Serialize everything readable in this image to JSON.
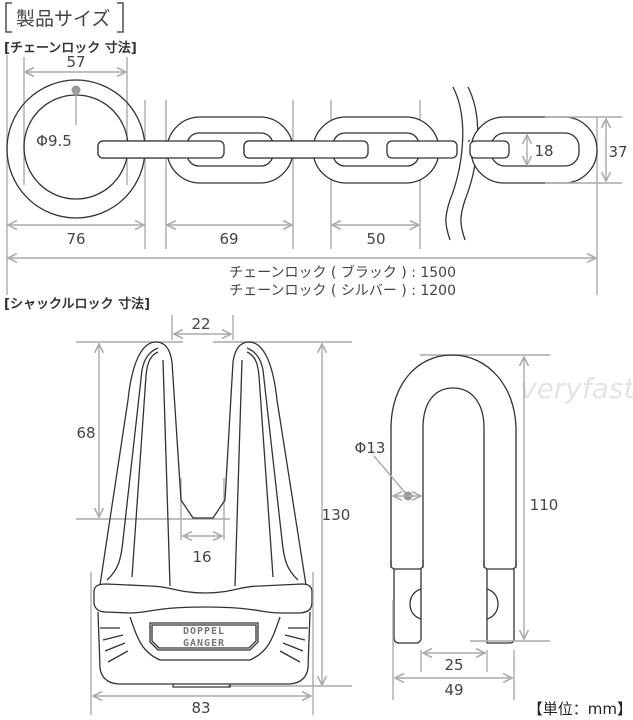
{
  "title": "製品サイズ",
  "sections": {
    "chain": {
      "heading": "[チェーンロック 寸法]",
      "dims": {
        "ring_inner": "57",
        "ring_outer": "76",
        "wire_diameter": "Φ9.5",
        "link_length": "69",
        "link_inner": "50",
        "link_inner_width": "18",
        "link_width": "37"
      },
      "total_lengths": [
        "チェーンロック ( ブラック ) : 1500",
        "チェーンロック ( シルバー ) : 1200"
      ]
    },
    "shackle": {
      "heading": "[シャックルロック 寸法]",
      "dims": {
        "gap_top": "22",
        "slot_depth": "68",
        "slot_bottom": "16",
        "body_height": "130",
        "body_width": "83",
        "shackle_diameter": "Φ13",
        "shackle_height": "110",
        "inner_width": "25",
        "outer_width": "49"
      },
      "logo_line1": "DOPPEL",
      "logo_line2": "GANGER"
    }
  },
  "watermark": "veryfast",
  "unit_label": "【単位：mm】",
  "colors": {
    "outline": "#333333",
    "dimension_line": "#aaaaaa",
    "text": "#444444"
  }
}
